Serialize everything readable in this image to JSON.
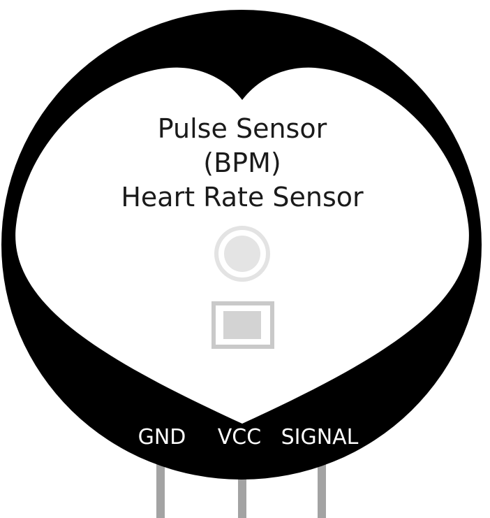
{
  "diagram": {
    "name": "Pulse Sensor (BPM) Heart Rate Sensor",
    "title": {
      "line1": "Pulse Sensor",
      "line2": "(BPM)",
      "line3": "Heart Rate Sensor"
    },
    "pins": [
      {
        "label": "GND"
      },
      {
        "label": "VCC"
      },
      {
        "label": "SIGNAL"
      }
    ],
    "colors": {
      "board": "#000000",
      "heart": "#ffffff",
      "wire": "#a3a3a3",
      "led_ring": "#e3e3e3",
      "led_core": "#e4e4e4",
      "chip_border": "#c9c9c9",
      "chip_core": "#d3d3d3",
      "title_text": "#1a1a1a",
      "pin_text": "#ffffff"
    }
  }
}
